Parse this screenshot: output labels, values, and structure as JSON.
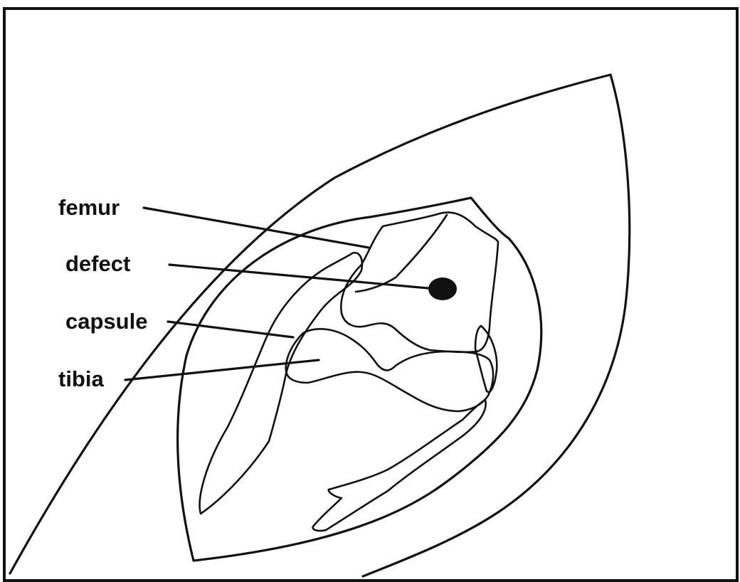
{
  "diagram": {
    "labels": {
      "femur": "femur",
      "defect": "defect",
      "capsule": "capsule",
      "tibia": "tibia"
    },
    "colors": {
      "ink": "#111111",
      "paper": "#ffffff"
    },
    "fills": {
      "bone": "hatched",
      "capsule": "stippled",
      "defect": "solid-black"
    }
  }
}
